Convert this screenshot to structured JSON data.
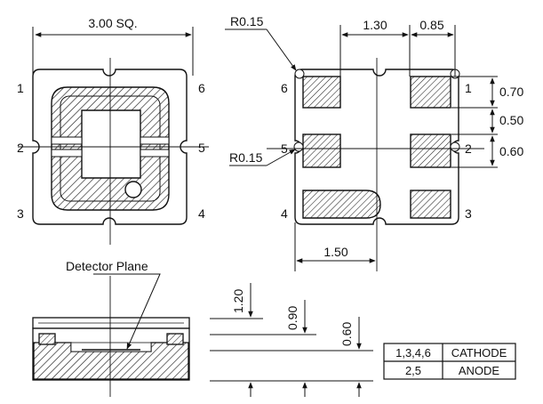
{
  "top_view": {
    "size_label": "3.00 SQ.",
    "pins": [
      "1",
      "6",
      "2",
      "5",
      "3",
      "4"
    ],
    "radius_label": "R0.15"
  },
  "bottom_view": {
    "pins": [
      "6",
      "1",
      "5",
      "2",
      "4",
      "3"
    ],
    "radius_label": "R0.15",
    "dims": {
      "pad_span": "1.30",
      "pad_width": "0.85",
      "pad_height": "0.70",
      "pad_gap": "0.50",
      "mid_pad_height": "0.60",
      "big_pad_length": "1.50"
    }
  },
  "side_view": {
    "detector_label": "Detector Plane",
    "heights": [
      "1.20",
      "0.90",
      "0.60"
    ]
  },
  "pin_table": {
    "rows": [
      {
        "pins": "1,3,4,6",
        "function": "CATHODE"
      },
      {
        "pins": "2,5",
        "function": "ANODE"
      }
    ]
  },
  "colors": {
    "line": "#111111",
    "background": "#ffffff"
  }
}
